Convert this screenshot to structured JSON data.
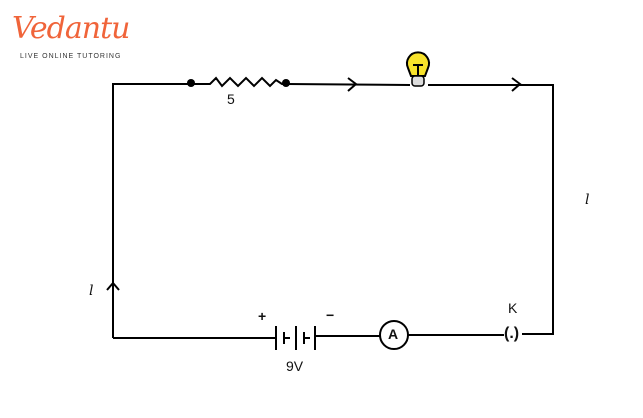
{
  "logo": {
    "brand": "Vedantu",
    "tagline": "LIVE ONLINE TUTORING",
    "color": "#f0643a"
  },
  "labels": {
    "resistor": "5",
    "current_right": "l",
    "current_left": "l",
    "battery_plus": "+",
    "battery_minus": "−",
    "battery_voltage": "9V",
    "ammeter": "A",
    "key_label": "K",
    "key_symbol": "(.)"
  },
  "colors": {
    "bulb": "#f7e22b",
    "wire": "#000000"
  }
}
